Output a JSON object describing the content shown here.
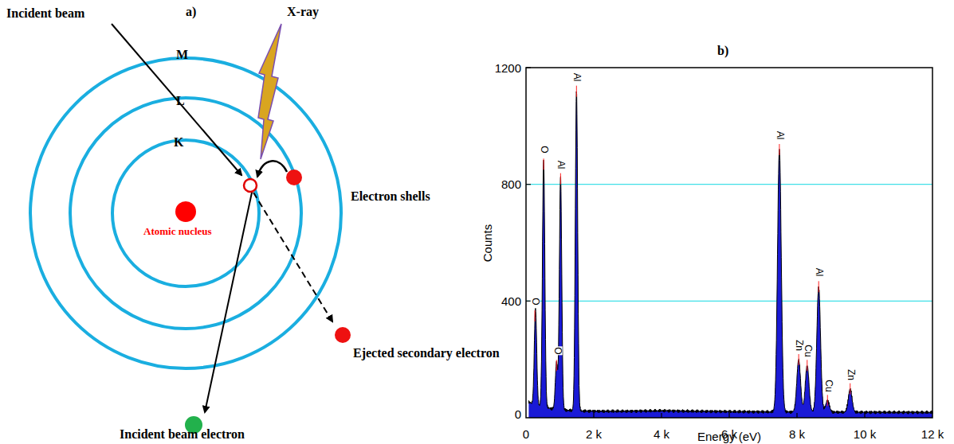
{
  "diagram": {
    "labels": [
      "a)",
      "Incident beam",
      "X-ray",
      "M",
      "L",
      "K",
      "Atomic nucleus",
      "Electron shells",
      "Ejected secondary electron",
      "Incident beam electron",
      "b)",
      "1200",
      "800",
      "400",
      "0",
      "0",
      "2 k",
      "4 k",
      "6 k",
      "8 k",
      "10 k",
      "12 k",
      "Counts",
      "Energy (eV)",
      "O",
      "O",
      "O",
      "Al",
      "Al",
      "Al",
      "Zn",
      "Cu",
      "Al",
      "Cu",
      "Zn"
    ]
  }
}
